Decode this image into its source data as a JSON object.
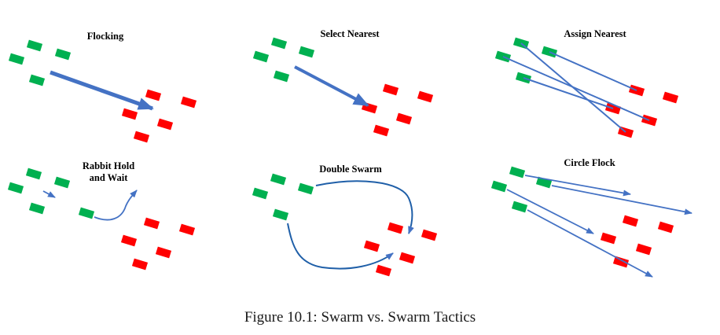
{
  "colors": {
    "friendly": "#00b050",
    "enemy": "#ff0000",
    "arrow": "#4472c4"
  },
  "panels": [
    {
      "id": "flocking",
      "title_lines": [
        "Flocking"
      ]
    },
    {
      "id": "select-nearest",
      "title_lines": [
        "Select Nearest"
      ]
    },
    {
      "id": "assign-nearest",
      "title_lines": [
        "Assign Nearest"
      ]
    },
    {
      "id": "rabbit-hold-and-wait",
      "title_lines": [
        "Rabbit Hold",
        "and Wait"
      ]
    },
    {
      "id": "double-swarm",
      "title_lines": [
        "Double Swarm"
      ]
    },
    {
      "id": "circle-flock",
      "title_lines": [
        "Circle Flock"
      ]
    }
  ],
  "caption": "Figure 10.1: Swarm vs. Swarm Tactics"
}
